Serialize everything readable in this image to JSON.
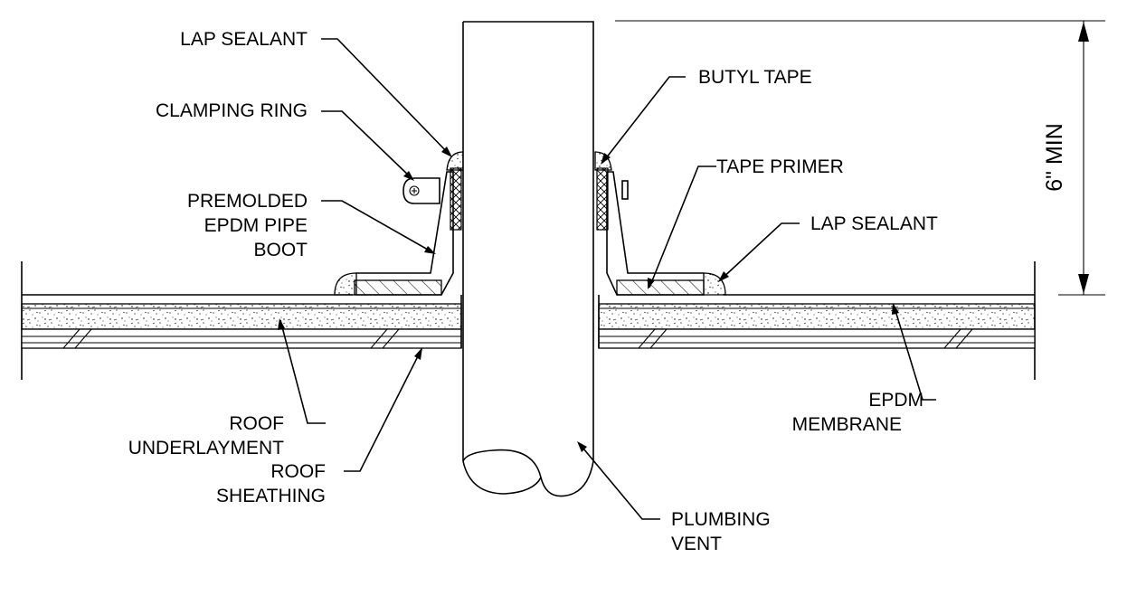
{
  "labels": {
    "lap_sealant_top": "LAP SEALANT",
    "clamping_ring": "CLAMPING RING",
    "premolded_1": "PREMOLDED",
    "premolded_2": "EPDM PIPE",
    "premolded_3": "BOOT",
    "roof_underlayment_1": "ROOF",
    "roof_underlayment_2": "UNDERLAYMENT",
    "roof_sheathing_1": "ROOF",
    "roof_sheathing_2": "SHEATHING",
    "butyl_tape": "BUTYL TAPE",
    "tape_primer": "TAPE PRIMER",
    "lap_sealant_right": "LAP SEALANT",
    "epdm_membrane_1": "EPDM",
    "epdm_membrane_2": "MEMBRANE",
    "plumbing_vent_1": "PLUMBING",
    "plumbing_vent_2": "VENT",
    "dimension": "6\" MIN"
  }
}
